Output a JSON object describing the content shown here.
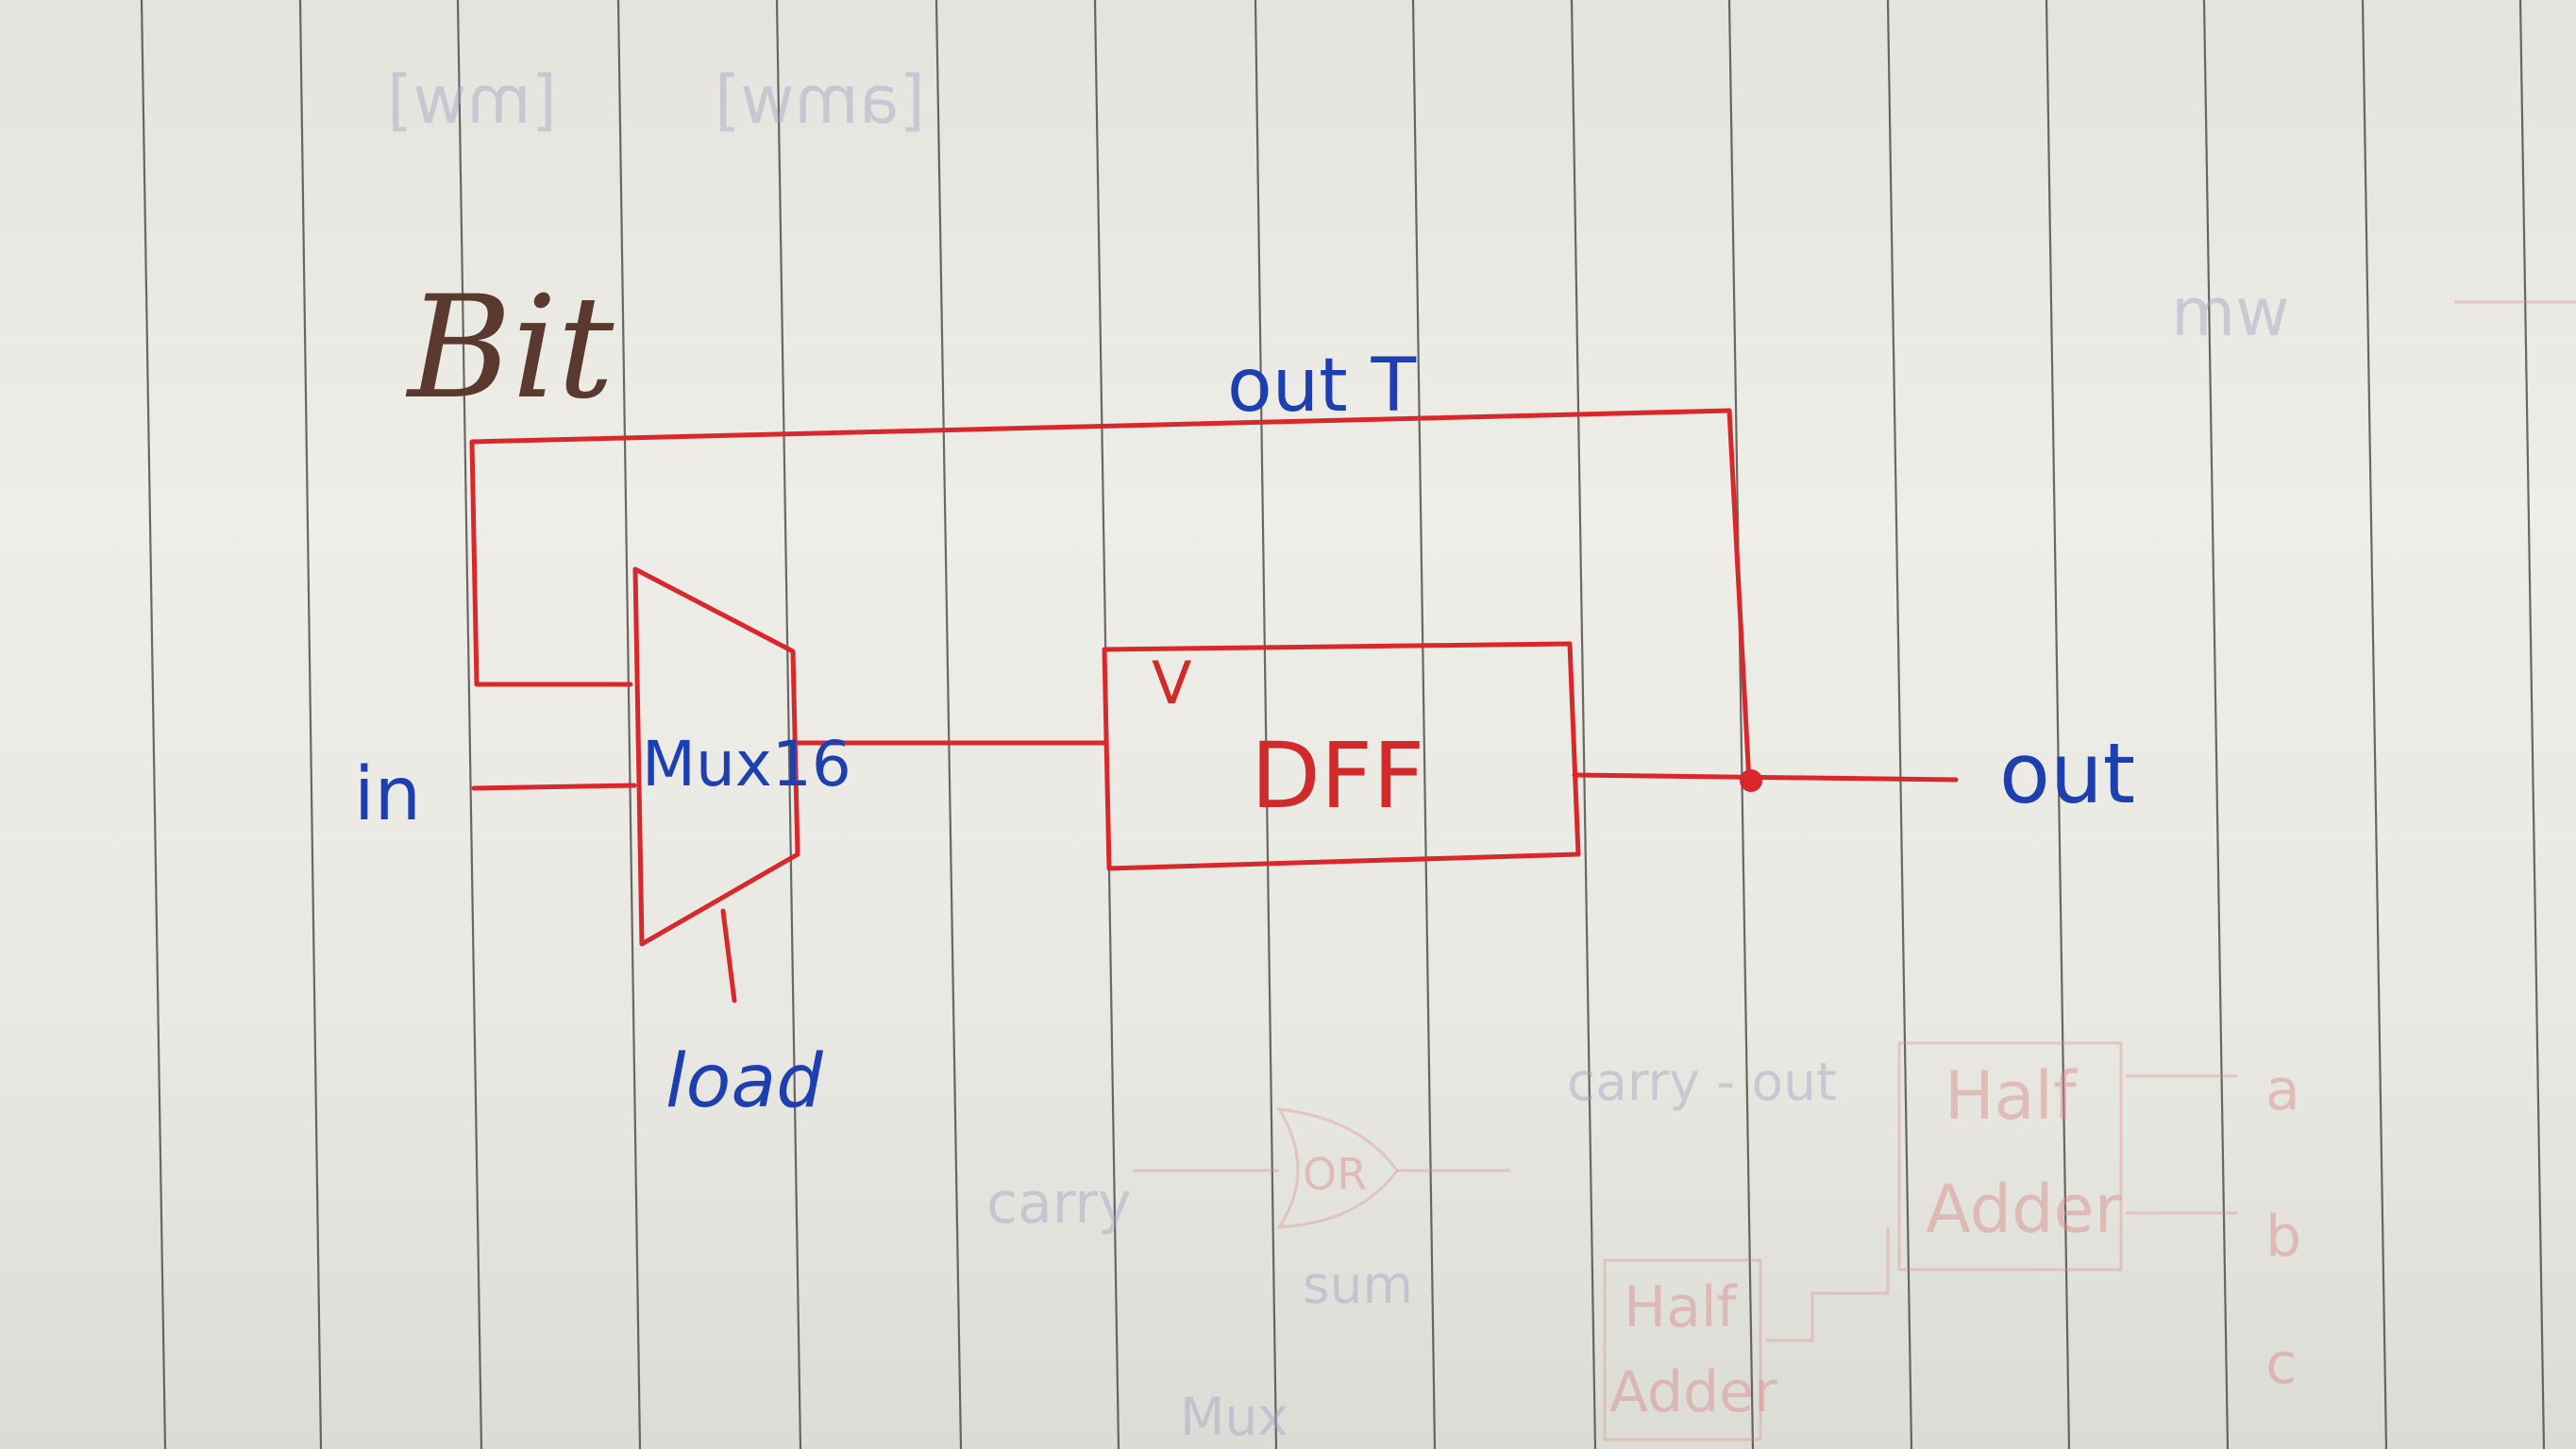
{
  "diagram": {
    "title": "Bit",
    "labels": {
      "feedback": "out T",
      "mux": "Mux16",
      "dff": "DFF",
      "clock_mark": "V",
      "input": "in",
      "control": "load",
      "output": "out"
    },
    "background_ghost_text": {
      "top_left": "[mw]",
      "top_mid": "[amw]",
      "right_edge": "mw",
      "half_adder_1_a": "Half",
      "half_adder_1_b": "Adder",
      "half_adder_2_a": "Half",
      "half_adder_2_b": "Adder",
      "or_gate": "OR",
      "carry": "carry",
      "carry_out": "carry - out",
      "sum": "sum",
      "mux_small": "Mux",
      "a": "a",
      "b": "b",
      "c": "c"
    },
    "colors": {
      "wire": "#d9282c",
      "label_ink": "#1e3fb0",
      "title_ink": "#5a3a2e",
      "ruling": "#3c3c3c"
    }
  }
}
